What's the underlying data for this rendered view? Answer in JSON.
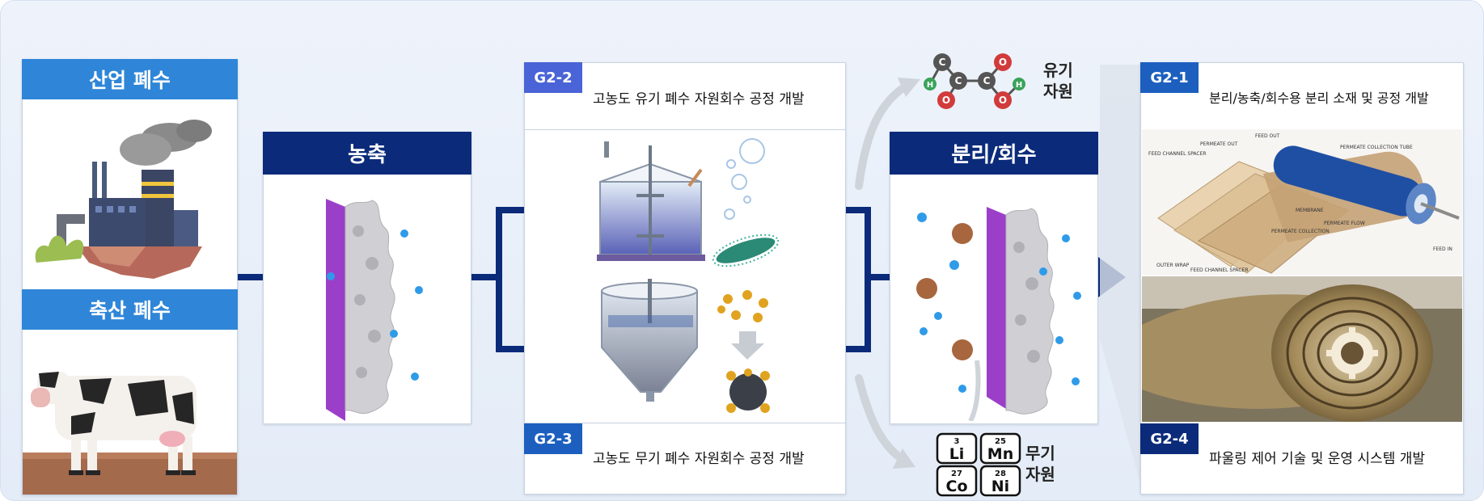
{
  "sources": {
    "industrial": "산업 폐수",
    "livestock": "축산 폐수"
  },
  "concentration": {
    "title": "농축"
  },
  "process_organic": {
    "tag": "G2-2",
    "caption": "고농도 유기 폐수 자원회수 공정 개발"
  },
  "process_inorganic": {
    "tag": "G2-3",
    "caption": "고농도 무기 폐수 자원회수 공정 개발"
  },
  "separation": {
    "title": "분리/회수"
  },
  "resources": {
    "organic_line1": "유기",
    "organic_line2": "자원",
    "inorganic_line1": "무기",
    "inorganic_line2": "자원",
    "molecule_atoms": [
      "C",
      "C",
      "C",
      "O",
      "O",
      "O",
      "H",
      "H"
    ],
    "elements": [
      {
        "number": "3",
        "symbol": "Li"
      },
      {
        "number": "25",
        "symbol": "Mn"
      },
      {
        "number": "27",
        "symbol": "Co"
      },
      {
        "number": "28",
        "symbol": "Ni"
      }
    ]
  },
  "outputs": {
    "top_tag": "G2-1",
    "top_caption": "분리/농축/회수용 분리 소재 및 공정 개발",
    "bottom_tag": "G2-4",
    "bottom_caption": "파울링 제어 기술 및 운영 시스템 개발",
    "membrane_labels": [
      "FEED OUT",
      "PERMEATE OUT",
      "FEED CHANNEL SPACER",
      "PERMEATE COLLECTION TUBE",
      "MEMBRANE",
      "PERMEATE FLOW",
      "PERMEATE COLLECTION",
      "OUTER WRAP",
      "FEED CHANNEL SPACER",
      "FEED IN"
    ]
  },
  "colors": {
    "navy": "#0b2b7a",
    "blue": "#2f86d8",
    "tag_blue": "#1c5fbf",
    "membrane_purple": "#9b3fc9",
    "dot_blue": "#2f9be8"
  }
}
